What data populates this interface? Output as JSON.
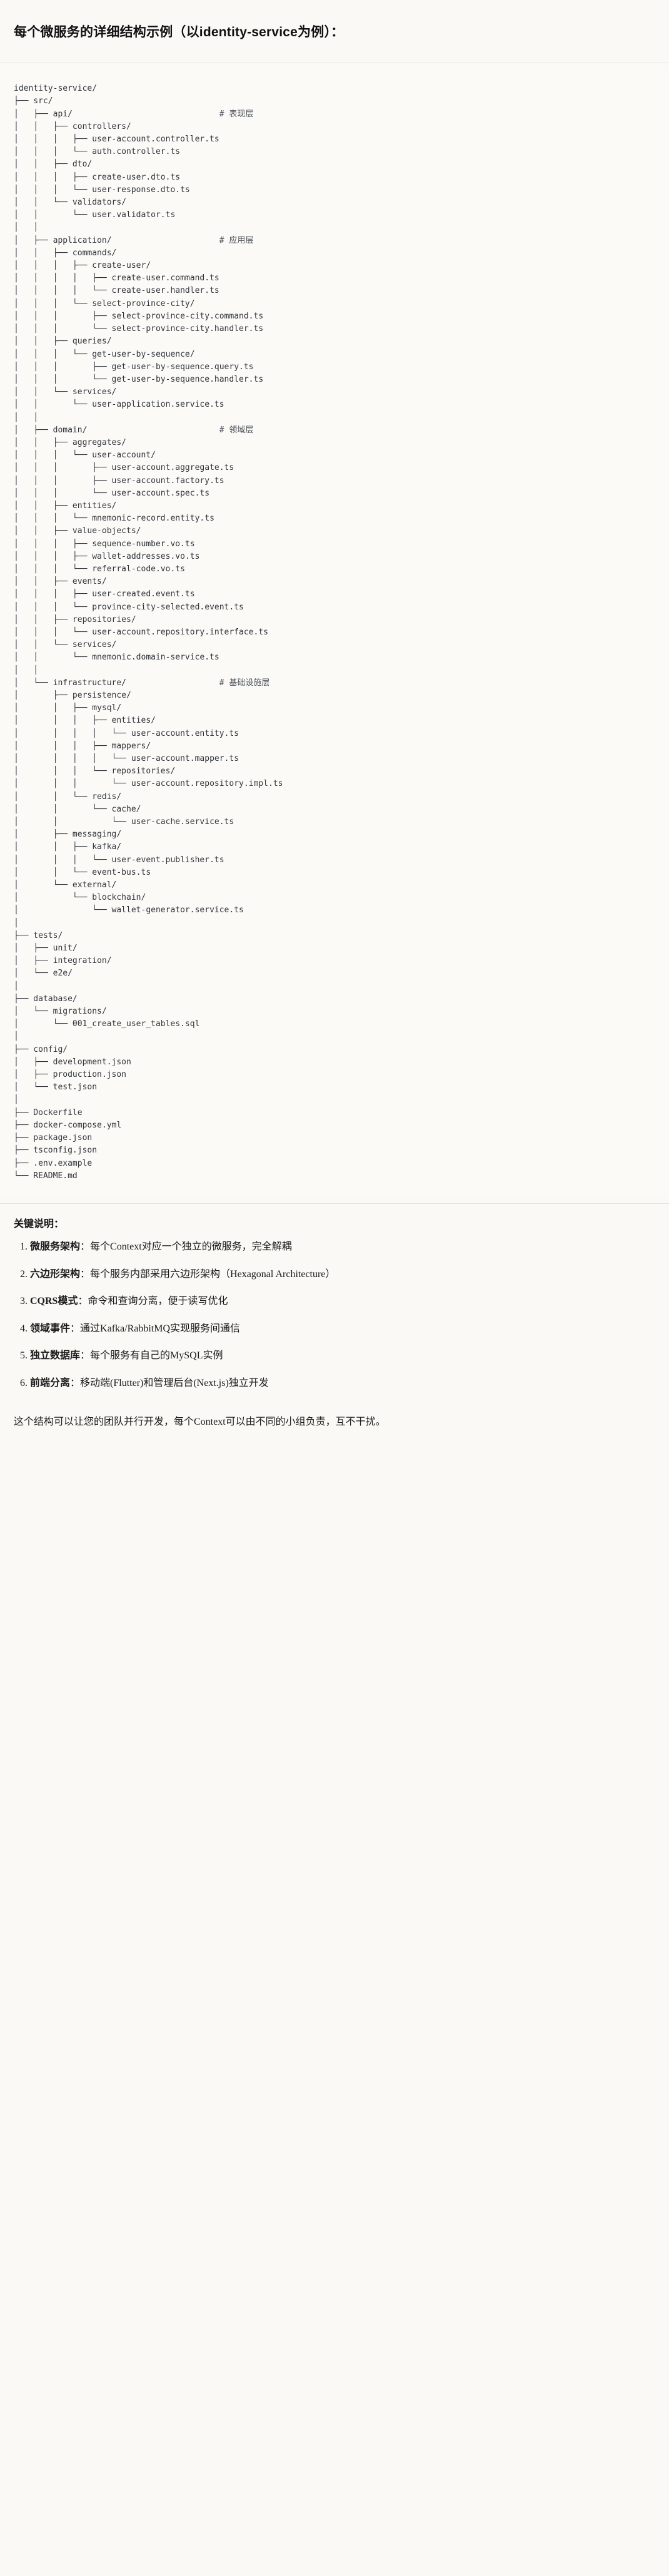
{
  "heading": "每个微服务的详细结构示例（以identity-service为例）：",
  "tree": {
    "title": "identity-service/",
    "lines": [
      {
        "text": "identity-service/",
        "comment": ""
      },
      {
        "text": "├── src/",
        "comment": ""
      },
      {
        "text": "│   ├── api/",
        "comment": "# 表现层",
        "comment_col": 42
      },
      {
        "text": "│   │   ├── controllers/",
        "comment": ""
      },
      {
        "text": "│   │   │   ├── user-account.controller.ts",
        "comment": ""
      },
      {
        "text": "│   │   │   └── auth.controller.ts",
        "comment": ""
      },
      {
        "text": "│   │   ├── dto/",
        "comment": ""
      },
      {
        "text": "│   │   │   ├── create-user.dto.ts",
        "comment": ""
      },
      {
        "text": "│   │   │   └── user-response.dto.ts",
        "comment": ""
      },
      {
        "text": "│   │   └── validators/",
        "comment": ""
      },
      {
        "text": "│   │       └── user.validator.ts",
        "comment": ""
      },
      {
        "text": "│   │",
        "comment": ""
      },
      {
        "text": "│   ├── application/",
        "comment": "# 应用层",
        "comment_col": 42
      },
      {
        "text": "│   │   ├── commands/",
        "comment": ""
      },
      {
        "text": "│   │   │   ├── create-user/",
        "comment": ""
      },
      {
        "text": "│   │   │   │   ├── create-user.command.ts",
        "comment": ""
      },
      {
        "text": "│   │   │   │   └── create-user.handler.ts",
        "comment": ""
      },
      {
        "text": "│   │   │   └── select-province-city/",
        "comment": ""
      },
      {
        "text": "│   │   │       ├── select-province-city.command.ts",
        "comment": ""
      },
      {
        "text": "│   │   │       └── select-province-city.handler.ts",
        "comment": ""
      },
      {
        "text": "│   │   ├── queries/",
        "comment": ""
      },
      {
        "text": "│   │   │   └── get-user-by-sequence/",
        "comment": ""
      },
      {
        "text": "│   │   │       ├── get-user-by-sequence.query.ts",
        "comment": ""
      },
      {
        "text": "│   │   │       └── get-user-by-sequence.handler.ts",
        "comment": ""
      },
      {
        "text": "│   │   └── services/",
        "comment": ""
      },
      {
        "text": "│   │       └── user-application.service.ts",
        "comment": ""
      },
      {
        "text": "│   │",
        "comment": ""
      },
      {
        "text": "│   ├── domain/",
        "comment": "# 领域层",
        "comment_col": 42
      },
      {
        "text": "│   │   ├── aggregates/",
        "comment": ""
      },
      {
        "text": "│   │   │   └── user-account/",
        "comment": ""
      },
      {
        "text": "│   │   │       ├── user-account.aggregate.ts",
        "comment": ""
      },
      {
        "text": "│   │   │       ├── user-account.factory.ts",
        "comment": ""
      },
      {
        "text": "│   │   │       └── user-account.spec.ts",
        "comment": ""
      },
      {
        "text": "│   │   ├── entities/",
        "comment": ""
      },
      {
        "text": "│   │   │   └── mnemonic-record.entity.ts",
        "comment": ""
      },
      {
        "text": "│   │   ├── value-objects/",
        "comment": ""
      },
      {
        "text": "│   │   │   ├── sequence-number.vo.ts",
        "comment": ""
      },
      {
        "text": "│   │   │   ├── wallet-addresses.vo.ts",
        "comment": ""
      },
      {
        "text": "│   │   │   └── referral-code.vo.ts",
        "comment": ""
      },
      {
        "text": "│   │   ├── events/",
        "comment": ""
      },
      {
        "text": "│   │   │   ├── user-created.event.ts",
        "comment": ""
      },
      {
        "text": "│   │   │   └── province-city-selected.event.ts",
        "comment": ""
      },
      {
        "text": "│   │   ├── repositories/",
        "comment": ""
      },
      {
        "text": "│   │   │   └── user-account.repository.interface.ts",
        "comment": ""
      },
      {
        "text": "│   │   └── services/",
        "comment": ""
      },
      {
        "text": "│   │       └── mnemonic.domain-service.ts",
        "comment": ""
      },
      {
        "text": "│   │",
        "comment": ""
      },
      {
        "text": "│   └── infrastructure/",
        "comment": "# 基础设施层",
        "comment_col": 42
      },
      {
        "text": "│       ├── persistence/",
        "comment": ""
      },
      {
        "text": "│       │   ├── mysql/",
        "comment": ""
      },
      {
        "text": "│       │   │   ├── entities/",
        "comment": ""
      },
      {
        "text": "│       │   │   │   └── user-account.entity.ts",
        "comment": ""
      },
      {
        "text": "│       │   │   ├── mappers/",
        "comment": ""
      },
      {
        "text": "│       │   │   │   └── user-account.mapper.ts",
        "comment": ""
      },
      {
        "text": "│       │   │   └── repositories/",
        "comment": ""
      },
      {
        "text": "│       │   │       └── user-account.repository.impl.ts",
        "comment": ""
      },
      {
        "text": "│       │   └── redis/",
        "comment": ""
      },
      {
        "text": "│       │       └── cache/",
        "comment": ""
      },
      {
        "text": "│       │           └── user-cache.service.ts",
        "comment": ""
      },
      {
        "text": "│       ├── messaging/",
        "comment": ""
      },
      {
        "text": "│       │   ├── kafka/",
        "comment": ""
      },
      {
        "text": "│       │   │   └── user-event.publisher.ts",
        "comment": ""
      },
      {
        "text": "│       │   └── event-bus.ts",
        "comment": ""
      },
      {
        "text": "│       └── external/",
        "comment": ""
      },
      {
        "text": "│           └── blockchain/",
        "comment": ""
      },
      {
        "text": "│               └── wallet-generator.service.ts",
        "comment": ""
      },
      {
        "text": "│",
        "comment": ""
      },
      {
        "text": "├── tests/",
        "comment": ""
      },
      {
        "text": "│   ├── unit/",
        "comment": ""
      },
      {
        "text": "│   ├── integration/",
        "comment": ""
      },
      {
        "text": "│   └── e2e/",
        "comment": ""
      },
      {
        "text": "│",
        "comment": ""
      },
      {
        "text": "├── database/",
        "comment": ""
      },
      {
        "text": "│   └── migrations/",
        "comment": ""
      },
      {
        "text": "│       └── 001_create_user_tables.sql",
        "comment": ""
      },
      {
        "text": "│",
        "comment": ""
      },
      {
        "text": "├── config/",
        "comment": ""
      },
      {
        "text": "│   ├── development.json",
        "comment": ""
      },
      {
        "text": "│   ├── production.json",
        "comment": ""
      },
      {
        "text": "│   └── test.json",
        "comment": ""
      },
      {
        "text": "│",
        "comment": ""
      },
      {
        "text": "├── Dockerfile",
        "comment": ""
      },
      {
        "text": "├── docker-compose.yml",
        "comment": ""
      },
      {
        "text": "├── package.json",
        "comment": ""
      },
      {
        "text": "├── tsconfig.json",
        "comment": ""
      },
      {
        "text": "├── .env.example",
        "comment": ""
      },
      {
        "text": "└── README.md",
        "comment": ""
      }
    ]
  },
  "notes": {
    "title": "关键说明：",
    "items": [
      {
        "term": "微服务架构",
        "sep": "：",
        "text": "每个Context对应一个独立的微服务，完全解耦"
      },
      {
        "term": "六边形架构",
        "sep": "：",
        "text": "每个服务内部采用六边形架构（Hexagonal Architecture）"
      },
      {
        "term": "CQRS模式",
        "sep": "：",
        "text": "命令和查询分离，便于读写优化"
      },
      {
        "term": "领域事件",
        "sep": "：",
        "text": "通过Kafka/RabbitMQ实现服务间通信"
      },
      {
        "term": "独立数据库",
        "sep": "：",
        "text": "每个服务有自己的MySQL实例"
      },
      {
        "term": "前端分离",
        "sep": "：",
        "text": "移动端(Flutter)和管理后台(Next.js)独立开发"
      }
    ],
    "footer": "这个结构可以让您的团队并行开发，每个Context可以由不同的小组负责，互不干扰。"
  },
  "colors": {
    "page_bg": "#faf9f6",
    "code_bg": "#fbfaf7",
    "text": "#1a1a1a",
    "code_text": "#30343a",
    "rule": "#e6e4df"
  }
}
